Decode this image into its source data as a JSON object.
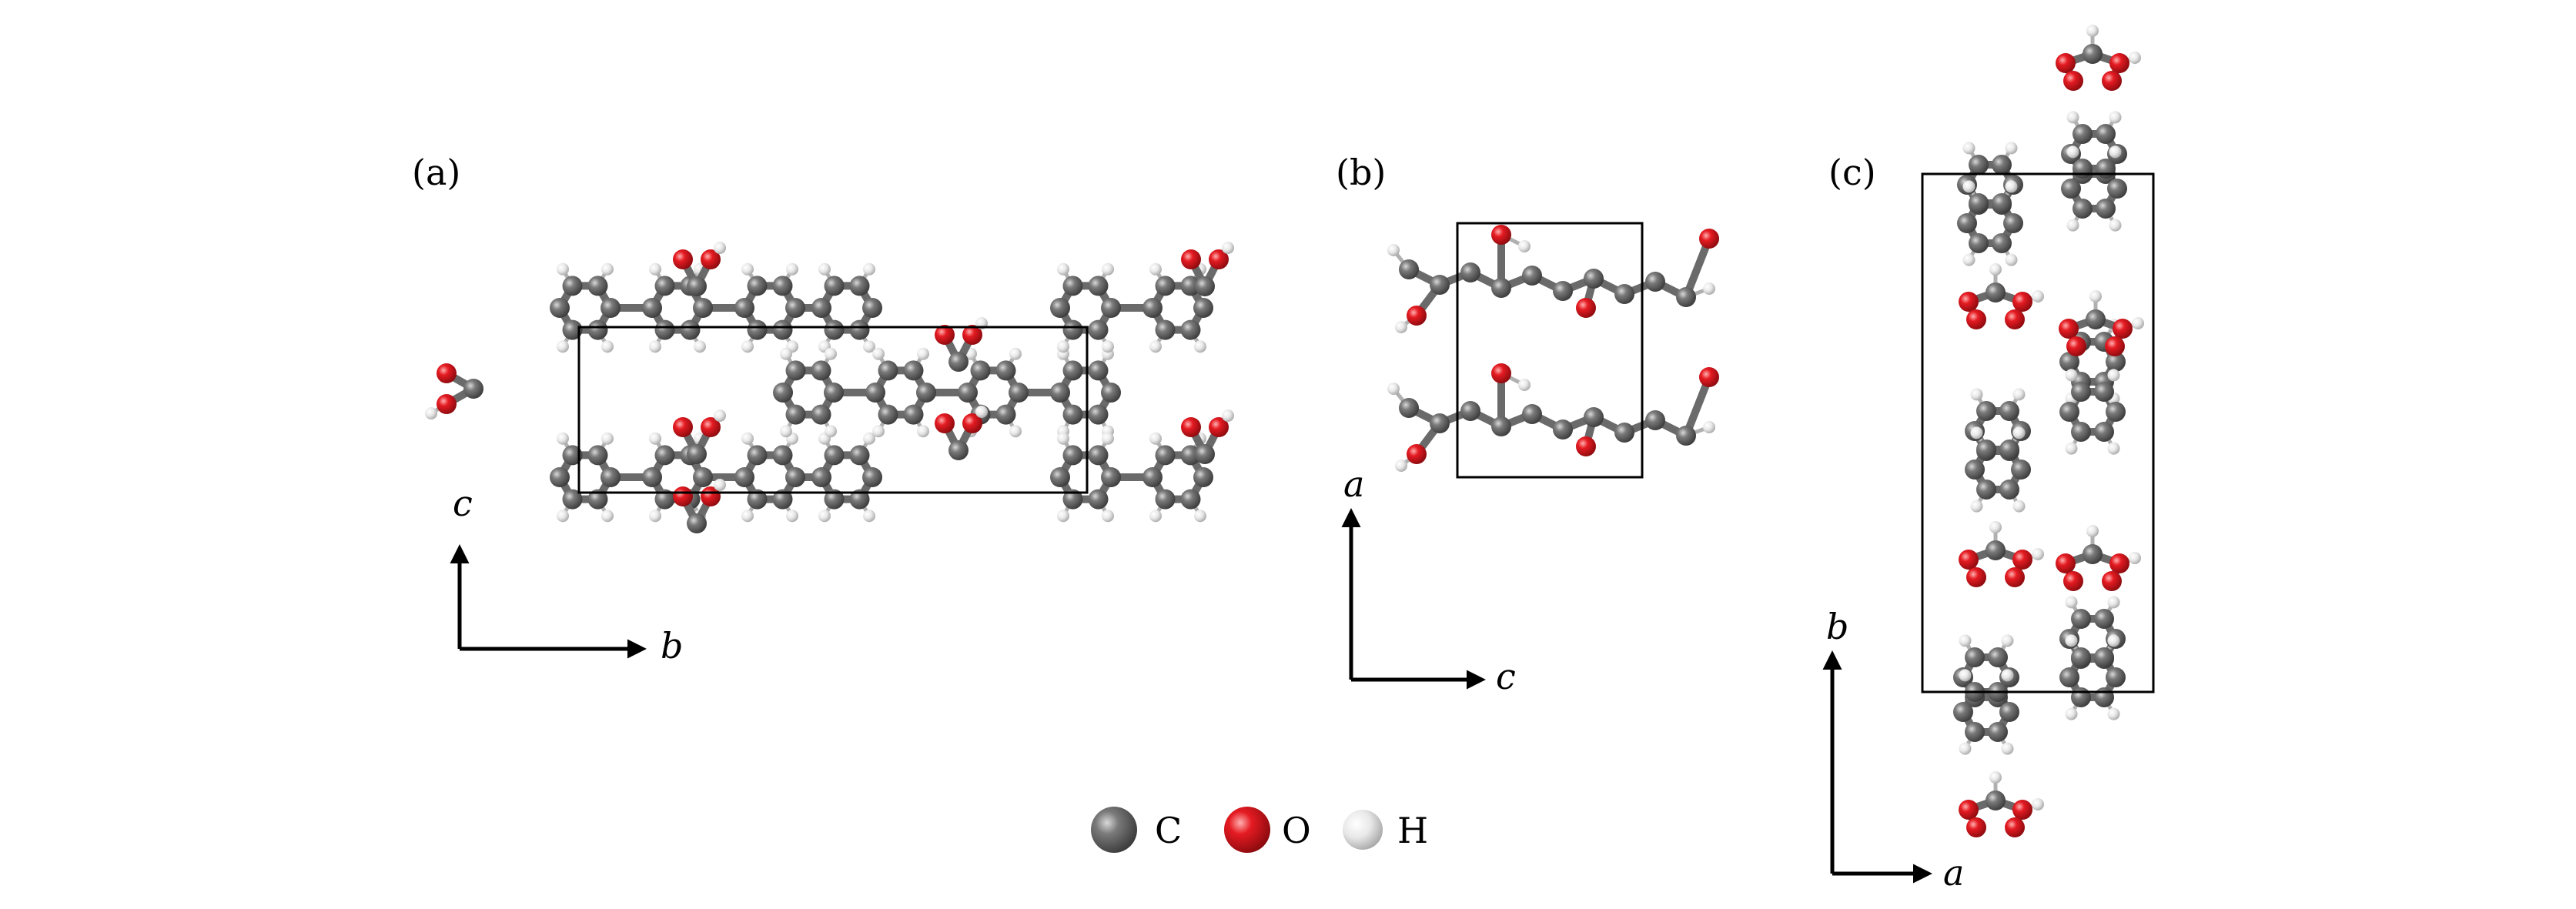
{
  "panels": [
    {
      "label": "(a)",
      "axis_vertical": "c",
      "axis_horizontal": "b"
    },
    {
      "label": "(b)",
      "axis_vertical": "a",
      "axis_horizontal": "c"
    },
    {
      "label": "(c)",
      "axis_vertical": "b",
      "axis_horizontal": "a"
    }
  ],
  "legend": [
    {
      "symbol": "C",
      "color": "#5a5a5a"
    },
    {
      "symbol": "O",
      "color": "#d8131b"
    },
    {
      "symbol": "H",
      "color": "#e6e6e6"
    }
  ],
  "atom_colors": {
    "C": "#5a5a5a",
    "O": "#d8131b",
    "H": "#dcdcdc"
  }
}
